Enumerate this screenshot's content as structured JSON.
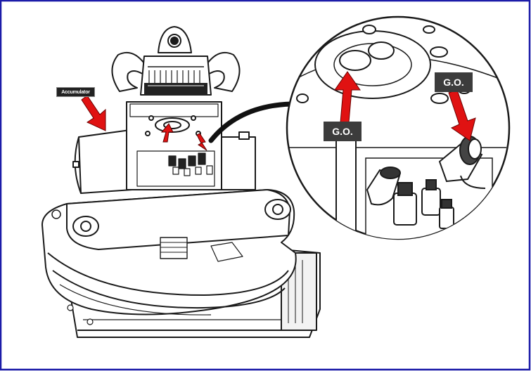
{
  "labels": {
    "accumulator": "Accumulator",
    "go_left": "G.O.",
    "go_right": "G.O."
  },
  "colors": {
    "frame_border": "#1c1ca8",
    "arrow": "#e01212",
    "label_bg": "#3c3c3c",
    "line": "#1a1a1a"
  }
}
